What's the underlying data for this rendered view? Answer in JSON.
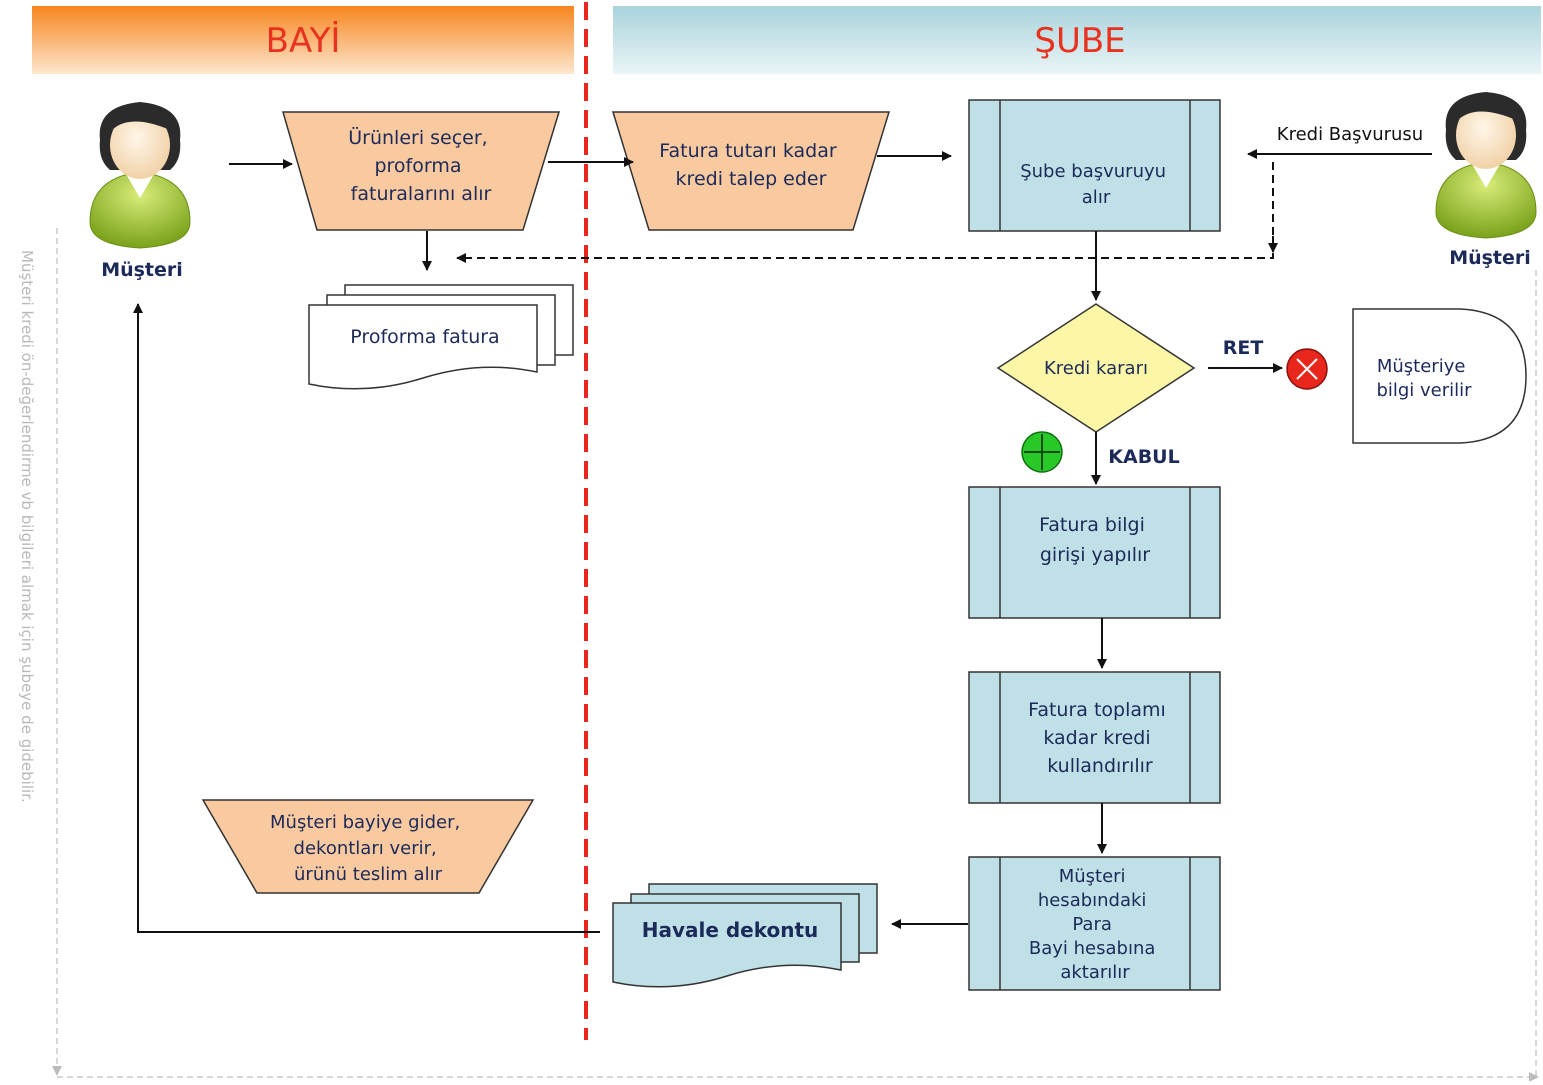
{
  "lanes": {
    "left": "BAYİ",
    "right": "ŞUBE"
  },
  "actors": {
    "left": "Müşteri",
    "right": "Müşteri"
  },
  "steps": {
    "select_products": [
      "Ürünleri seçer,",
      "proforma",
      "faturalarını alır"
    ],
    "request_credit": [
      "Fatura tutarı kadar",
      "kredi talep eder"
    ],
    "branch_receives": [
      "Şube başvuruyu",
      "alır"
    ],
    "proforma_doc": "Proforma fatura",
    "credit_decision": "Kredi kararı",
    "reject_label": "RET",
    "accept_label": "KABUL",
    "inform_customer": [
      "Müşteriye",
      "bilgi verilir"
    ],
    "invoice_entry": [
      "Fatura bilgi",
      "girişi yapılır"
    ],
    "credit_used": [
      "Fatura toplamı",
      "kadar kredi",
      "kullandırılır"
    ],
    "transfer_money": [
      "Müşteri",
      "hesabındaki",
      "Para",
      "Bayi hesabına",
      "aktarılır"
    ],
    "transfer_receipt": "Havale dekontu",
    "customer_visits": [
      "Müşteri bayiye gider,",
      "dekontları verir,",
      "ürünü teslim alır"
    ],
    "credit_application": "Kredi Başvurusu"
  },
  "side_note": "Müşteri kredi ön-değerlendirme vb bilgileri almak için şubeye de gidebilir.",
  "colors": {
    "lane_left": "#f8963c",
    "lane_right": "#bfe0e6",
    "lane_title": "#e8321e",
    "manual_op": "#f9c9a0",
    "process": "#bfe0e6",
    "decision": "#fbf7a6",
    "divider": "#e8261b",
    "reject": "#e8261b",
    "accept": "#28c828",
    "label_dark": "#1c2a5a"
  }
}
